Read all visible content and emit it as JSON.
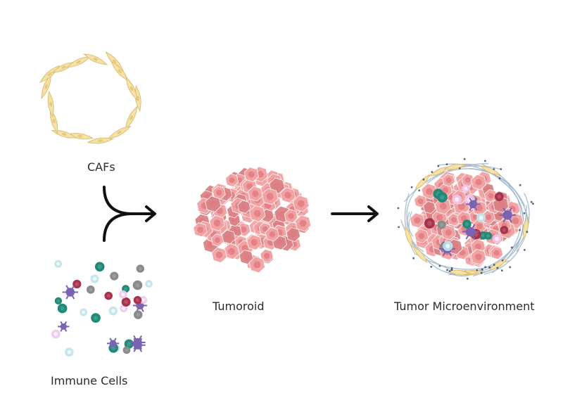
{
  "labels": {
    "cafs": "CAFs",
    "immune_cells": "Immune Cells",
    "tumoroid": "Tumoroid",
    "tumor_microenvironment": "Tumor Microenvironment"
  },
  "colors": {
    "arrow": "#111111",
    "caf_fill": "#f6e1a6",
    "caf_stroke": "#dcbf73",
    "tumor_cell": "#f2a2a3",
    "tumor_cell_dark": "#d98387",
    "tumor_nucleus": "#e07b80",
    "ecm_fiber": "#9db3c9",
    "immune_teal": "#1f8a78",
    "immune_crimson": "#a8324b",
    "immune_gray": "#8a8a8a",
    "immune_lightblue": "#bfe3ec",
    "immune_pink": "#efc6ef",
    "immune_purple": "#7a63b3"
  }
}
